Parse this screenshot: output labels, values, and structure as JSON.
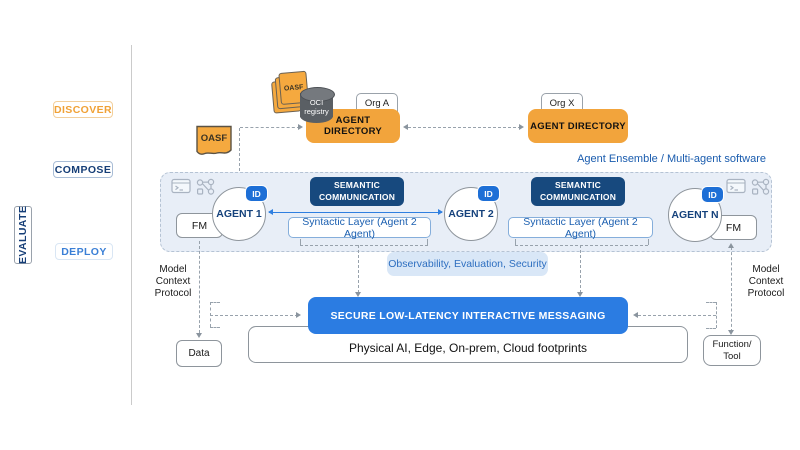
{
  "rail": {
    "discover": "DISCOVER",
    "compose": "COMPOSE",
    "evaluate": "EVALUATE",
    "deploy": "DEPLOY"
  },
  "top": {
    "oasf_tag": "OASF",
    "oasf_stack_label": "OASF",
    "oci_registry": "OCI\nregistry",
    "org_a": "Org A",
    "directory_1": "AGENT DIRECTORY",
    "org_x": "Org X",
    "directory_2": "AGENT DIRECTORY"
  },
  "ensemble": {
    "label": "Agent Ensemble / Multi-agent software",
    "agents": [
      {
        "name": "AGENT 1",
        "id": "ID",
        "fm": "FM"
      },
      {
        "name": "AGENT 2",
        "id": "ID"
      },
      {
        "name": "AGENT N",
        "id": "ID",
        "fm": "FM"
      }
    ],
    "semantic": [
      "SEMANTIC\nCOMMUNICATION",
      "SEMANTIC\nCOMMUNICATION"
    ],
    "syntactic": [
      "Syntactic Layer (Agent 2 Agent)",
      "Syntactic Layer (Agent 2 Agent)"
    ],
    "observability": "Observability, Evaluation, Security"
  },
  "bottom": {
    "messaging": "SECURE LOW-LATENCY INTERACTIVE MESSAGING",
    "footprints": "Physical AI, Edge, On-prem, Cloud footprints",
    "data_label": "Data",
    "function_tool": "Function/\nTool",
    "mcp_left": "Model\nContext\nProtocol",
    "mcp_right": "Model\nContext\nProtocol"
  },
  "colors": {
    "orange": "#F2A43C",
    "navy": "#17497E",
    "blue": "#2B7CE2",
    "badge_blue": "#1E6FD6",
    "ensemble_bg": "#E8EEF7",
    "link_blue": "#1A5CAE"
  }
}
